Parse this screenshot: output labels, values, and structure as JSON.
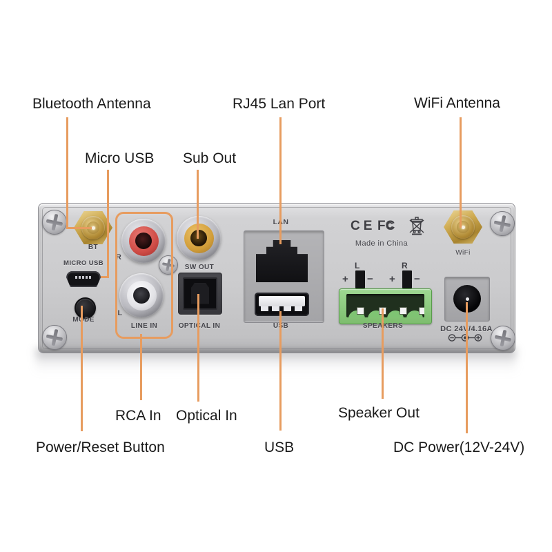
{
  "colors": {
    "leader_line": "#E79C5F",
    "label_text": "#1a1a1a",
    "panel_text": "#45454b",
    "antenna_gold": "#cfab52",
    "terminal_green": "#7dbd6e",
    "rca_red": "#cf4c46",
    "rca_white": "#e2e2e6",
    "rca_yellow": "#d29e39"
  },
  "callouts": {
    "bluetooth_antenna": "Bluetooth Antenna",
    "micro_usb": "Micro USB",
    "sub_out": "Sub Out",
    "rj45_lan_port": "RJ45 Lan Port",
    "wifi_antenna": "WiFi Antenna",
    "rca_in": "RCA In",
    "optical_in": "Optical In",
    "power_reset_button": "Power/Reset Button",
    "usb": "USB",
    "speaker_out": "Speaker Out",
    "dc_power": "DC Power(12V-24V)"
  },
  "panel": {
    "bt_label": "BT",
    "micro_usb_label": "MICRO USB",
    "mode_label": "MODE",
    "rca_r_label": "R",
    "rca_l_label": "L",
    "line_in_label": "LINE IN",
    "sw_out_label": "SW OUT",
    "optical_in_label": "OPTICAL IN",
    "lan_label": "LAN",
    "usb_label": "USB",
    "wifi_label": "WiFi",
    "speakers_label": "SPEAKERS",
    "dc_rating_label": "DC 24V/4.16A",
    "certs": {
      "ce_mark": "CE",
      "fcc_letters": [
        "F",
        "C",
        "C"
      ],
      "made_in": "Made in China"
    },
    "speaker": {
      "left": "L",
      "right": "R",
      "plus": "+",
      "minus": "−"
    }
  }
}
